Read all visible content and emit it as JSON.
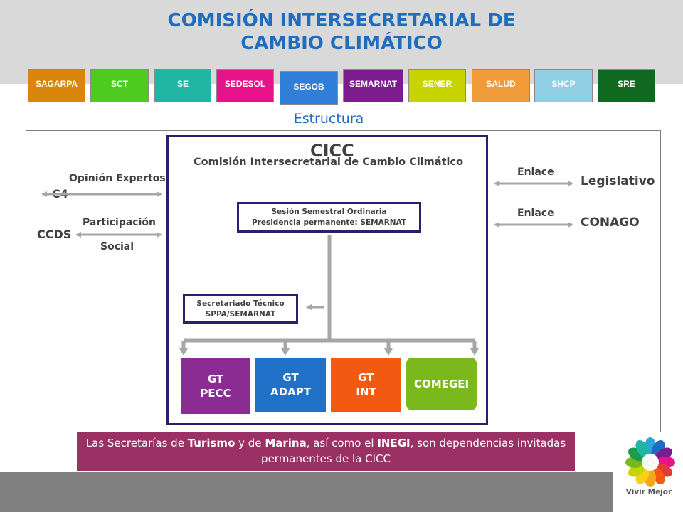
{
  "header": {
    "title_line1": "COMISIÓN INTERSECRETARIAL DE",
    "title_line2": "CAMBIO CLIMÁTICO"
  },
  "secretariats": [
    {
      "label": "SAGARPA",
      "color": "#d9860a"
    },
    {
      "label": "SCT",
      "color": "#4dcc1f"
    },
    {
      "label": "SE",
      "color": "#1fb6a3"
    },
    {
      "label": "SEDESOL",
      "color": "#e8138a"
    },
    {
      "label": "SEGOB",
      "color": "#2f7fd8"
    },
    {
      "label": "SEMARNAT",
      "color": "#7b1d8c"
    },
    {
      "label": "SENER",
      "color": "#c8d400"
    },
    {
      "label": "SALUD",
      "color": "#f29b3a"
    },
    {
      "label": "SHCP",
      "color": "#8fd0e4"
    },
    {
      "label": "SRE",
      "color": "#0f6a1f"
    }
  ],
  "section_title": "Estructura",
  "diagram": {
    "cicc_title": "CICC",
    "cicc_subtitle": "Comisión Intersecretarial de Cambio Climático",
    "session_line1": "Sesión Semestral Ordinaria",
    "session_line2": "Presidencia permanente: SEMARNAT",
    "secretariat_line1": "Secretariado Técnico",
    "secretariat_line2": "SPPA/SEMARNAT",
    "left": {
      "opinion_label": "Opinión Expertos",
      "c4": "C4",
      "participacion_label": "Participación",
      "social_label": "Social",
      "ccds": "CCDS"
    },
    "right": {
      "enlace1": "Enlace",
      "legislativo": "Legislativo",
      "enlace2": "Enlace",
      "conago": "CONAGO"
    },
    "groups": [
      {
        "line1": "GT",
        "line2": "PECC",
        "color": "#8b2c93"
      },
      {
        "line1": "GT",
        "line2": "ADAPT",
        "color": "#1f72c8"
      },
      {
        "line1": "GT",
        "line2": "INT",
        "color": "#f25a12"
      },
      {
        "line1": "COMEGEI",
        "line2": "",
        "color": "#7ab81c"
      }
    ]
  },
  "note": {
    "p1": "Las Secretarías de ",
    "b1": "Turismo",
    "p2": " y de ",
    "b2": "Marina",
    "p3": ", así como el ",
    "b3": "INEGI",
    "p4": ", son dependencias invitadas permanentes  de la CICC"
  },
  "logo": {
    "text": "Vivir Mejor"
  }
}
